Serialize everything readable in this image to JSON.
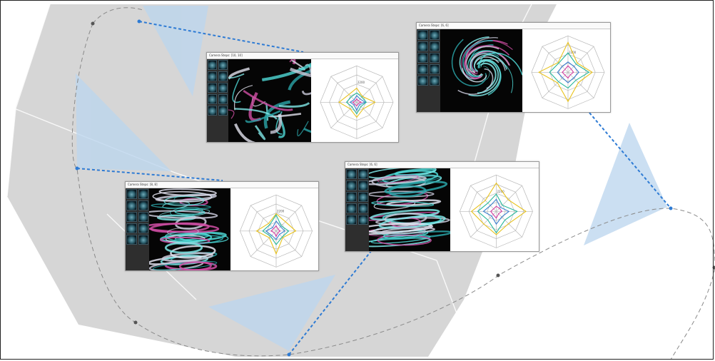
{
  "colors": {
    "background_plane": "#d6d6d6",
    "triangle": "#bcd6ee",
    "link": "#2e7bd4",
    "path": "#8a8a8a",
    "radar_axis": "#b8b8b8",
    "radar_series": [
      "#e8c21c",
      "#25b69a",
      "#3a7fcf",
      "#d23aa0"
    ]
  },
  "windows": [
    {
      "id": "w1",
      "title": "Camera Steps: [10, 10]",
      "render_style": "dense-spiral"
    },
    {
      "id": "w2",
      "title": "Camera Steps: [6, 6]",
      "render_style": "vortex"
    },
    {
      "id": "w3",
      "title": "Camera Steps: [8, 8]",
      "render_style": "horizontal-spiral"
    },
    {
      "id": "w4",
      "title": "Camera Steps: [6, 6]",
      "render_style": "vertical-spiral"
    }
  ],
  "radar_label": "2200"
}
